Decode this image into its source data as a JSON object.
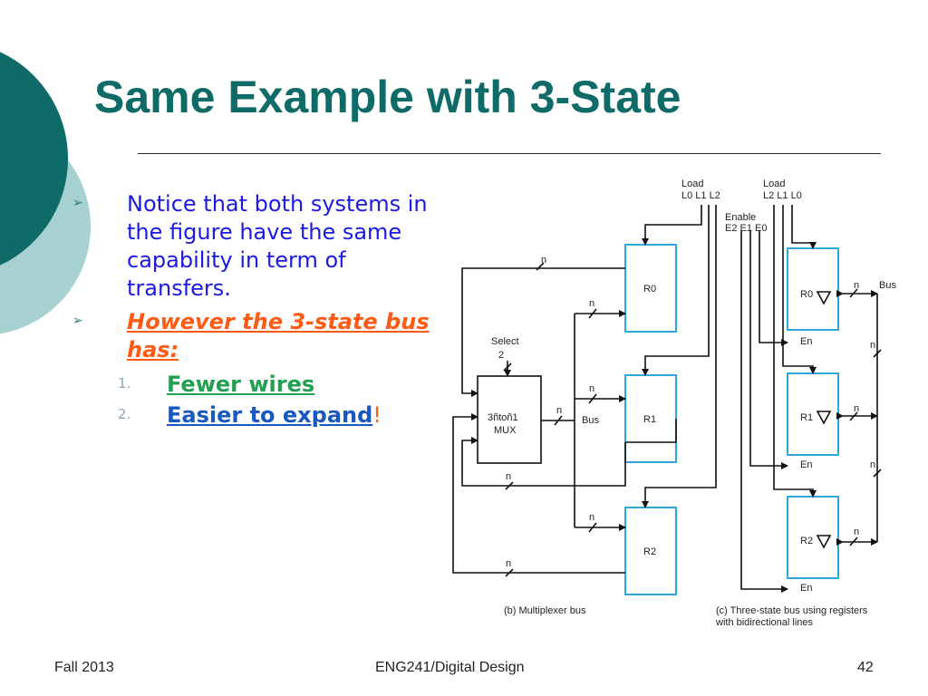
{
  "slide": {
    "title": "Same Example with 3-State",
    "bullets": [
      {
        "text": "Notice that both systems in the figure have the same capability in term of transfers."
      },
      {
        "text": "However the 3-state bus has:"
      }
    ],
    "sub_items": [
      {
        "number": "1.",
        "text": "Fewer wires"
      },
      {
        "number": "2.",
        "text": "Easier to expand",
        "suffix": "!"
      }
    ]
  },
  "figure": {
    "mux": {
      "load_label": "Load",
      "load_lines": "L0 L1 L2",
      "select_label": "Select",
      "select_width": "2",
      "mux_label_1": "3ñtoñ1",
      "mux_label_2": "MUX",
      "bus_label": "Bus",
      "registers": [
        "R0",
        "R1",
        "R2"
      ],
      "width_label": "n",
      "caption": "(b) Multiplexer bus"
    },
    "tristate": {
      "load_label": "Load",
      "load_lines": "L2 L1 L0",
      "enable_label": "Enable",
      "enable_lines": "E2 E1 E0",
      "registers": [
        "R0",
        "R1",
        "R2"
      ],
      "en_label": "En",
      "bus_label": "Bus",
      "width_label": "n",
      "caption_1": "(c) Three-state bus using registers",
      "caption_2": "with bidirectional lines"
    }
  },
  "footer": {
    "left": "Fall 2013",
    "center": "ENG241/Digital Design",
    "right": "42"
  },
  "colors": {
    "title": "#0e6b68",
    "bullet_text": "#1a1ae0",
    "highlight": "#ff5a14",
    "fewer_wires": "#22a052",
    "expand": "#1858c0",
    "register_border": "#2ea8d8",
    "deco_dark": "#0e6b68",
    "deco_light": "#a7d0d0"
  }
}
